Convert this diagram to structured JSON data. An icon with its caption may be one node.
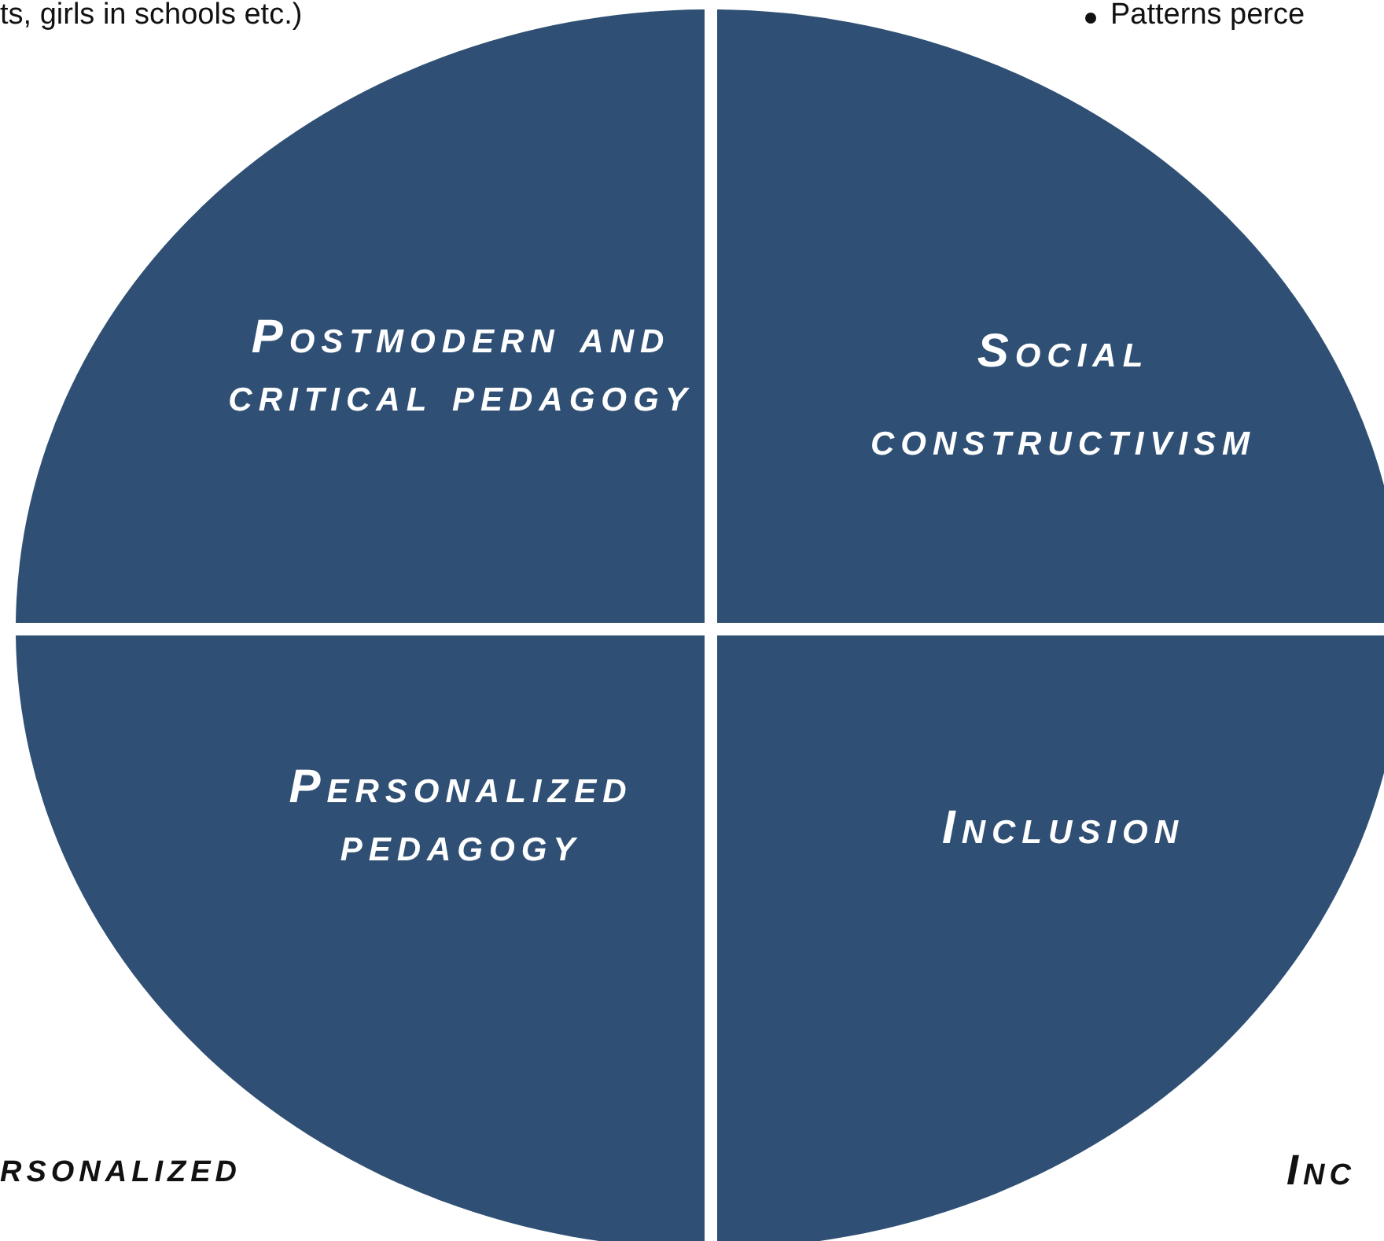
{
  "diagram": {
    "nodes": [
      {
        "text": [
          "Postmodern and critical pedagogy"
        ]
      },
      {
        "text": [
          "Social constructivism"
        ]
      },
      {
        "text": [
          "Personalized pedagogy"
        ]
      },
      {
        "text": [
          "Inclusion"
        ]
      }
    ],
    "labels": [
      "ts, girls in schools etc.)",
      "Patterns perce",
      "rsonalized",
      "Inc"
    ]
  }
}
